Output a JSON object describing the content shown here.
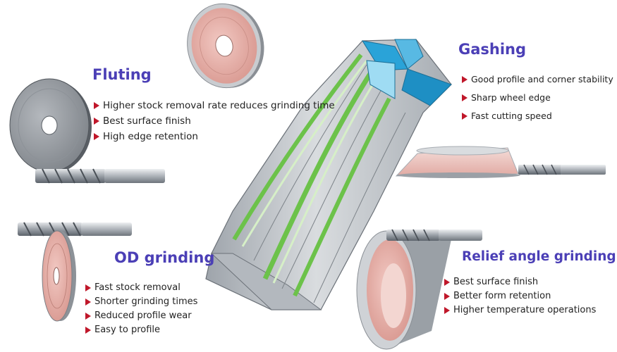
{
  "colors": {
    "heading": "#4b3fb6",
    "bullet": "#c0172a",
    "text": "#222222",
    "flute_green": "#6cc24a",
    "gash_blue": "#2aa3d8",
    "wheel_pink": "#e6b3ad"
  },
  "icons": {
    "bullet": "red-triangle-bullet-icon"
  },
  "sections": {
    "fluting": {
      "title": "Fluting",
      "items": [
        "Higher stock removal rate reduces grinding time",
        "Best surface finish",
        "High edge retention"
      ]
    },
    "gashing": {
      "title": "Gashing",
      "items": [
        "Good profile and corner stability",
        "Sharp wheel edge",
        "Fast cutting speed"
      ]
    },
    "od_grinding": {
      "title": "OD grinding",
      "items": [
        "Fast stock removal",
        "Shorter grinding times",
        "Reduced profile wear",
        "Easy to profile"
      ]
    },
    "relief": {
      "title": "Relief angle grinding",
      "items": [
        "Best surface finish",
        "Better form retention",
        "Higher temperature operations"
      ]
    }
  }
}
